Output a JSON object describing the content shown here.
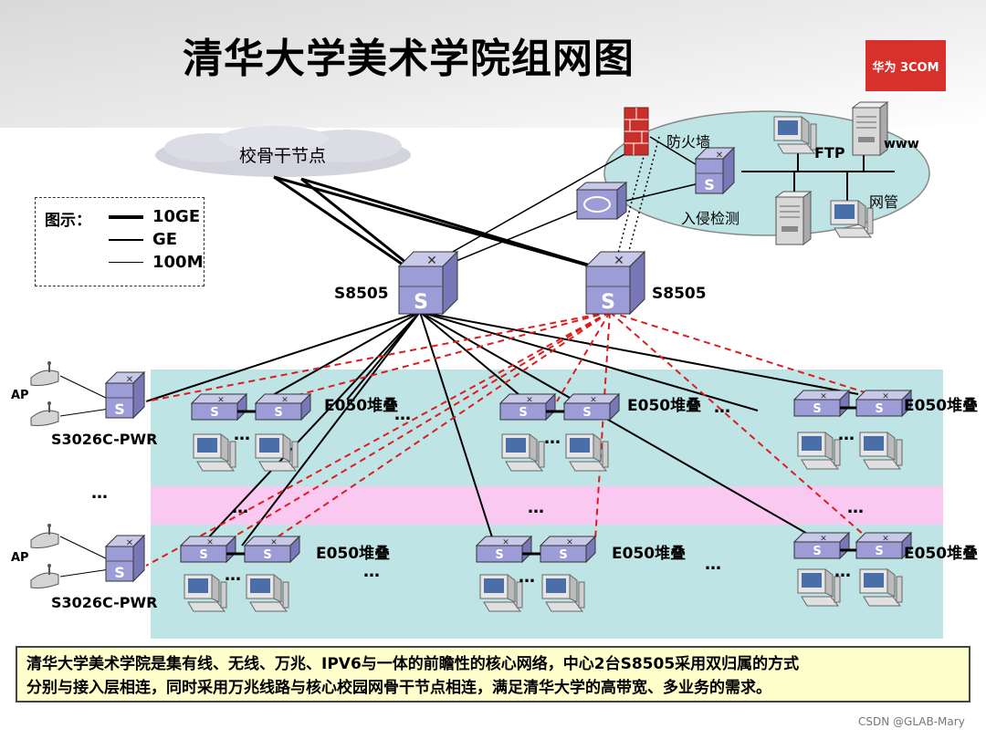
{
  "title": "清华大学美术学院组网图",
  "logo_text": "华为 3COM",
  "cloud_label": "校骨干节点",
  "firewall_label": "防火墙",
  "ids_label": "入侵检测",
  "ftp_label": "FTP",
  "www_label": "www",
  "mgmt_label": "网管",
  "core_switch_left": "S8505",
  "core_switch_right": "S8505",
  "ap_label": "AP",
  "access_switch_label": "S3026C-PWR",
  "stack_label": "E050堆叠",
  "ellipsis": "…",
  "legend": {
    "title": "图示：",
    "items": [
      "10GE",
      "GE",
      "100M"
    ]
  },
  "switch_letter": "S",
  "description_line1": "清华大学美术学院是集有线、无线、万兆、IPV6与一体的前瞻性的核心网络，中心2台S8505采用双归属的方式",
  "description_line2": "分别与接入层相连，同时采用万兆线路与核心校园网骨干节点相连，满足清华大学的高带宽、多业务的需求。",
  "credit": "CSDN @GLAB-Mary"
}
